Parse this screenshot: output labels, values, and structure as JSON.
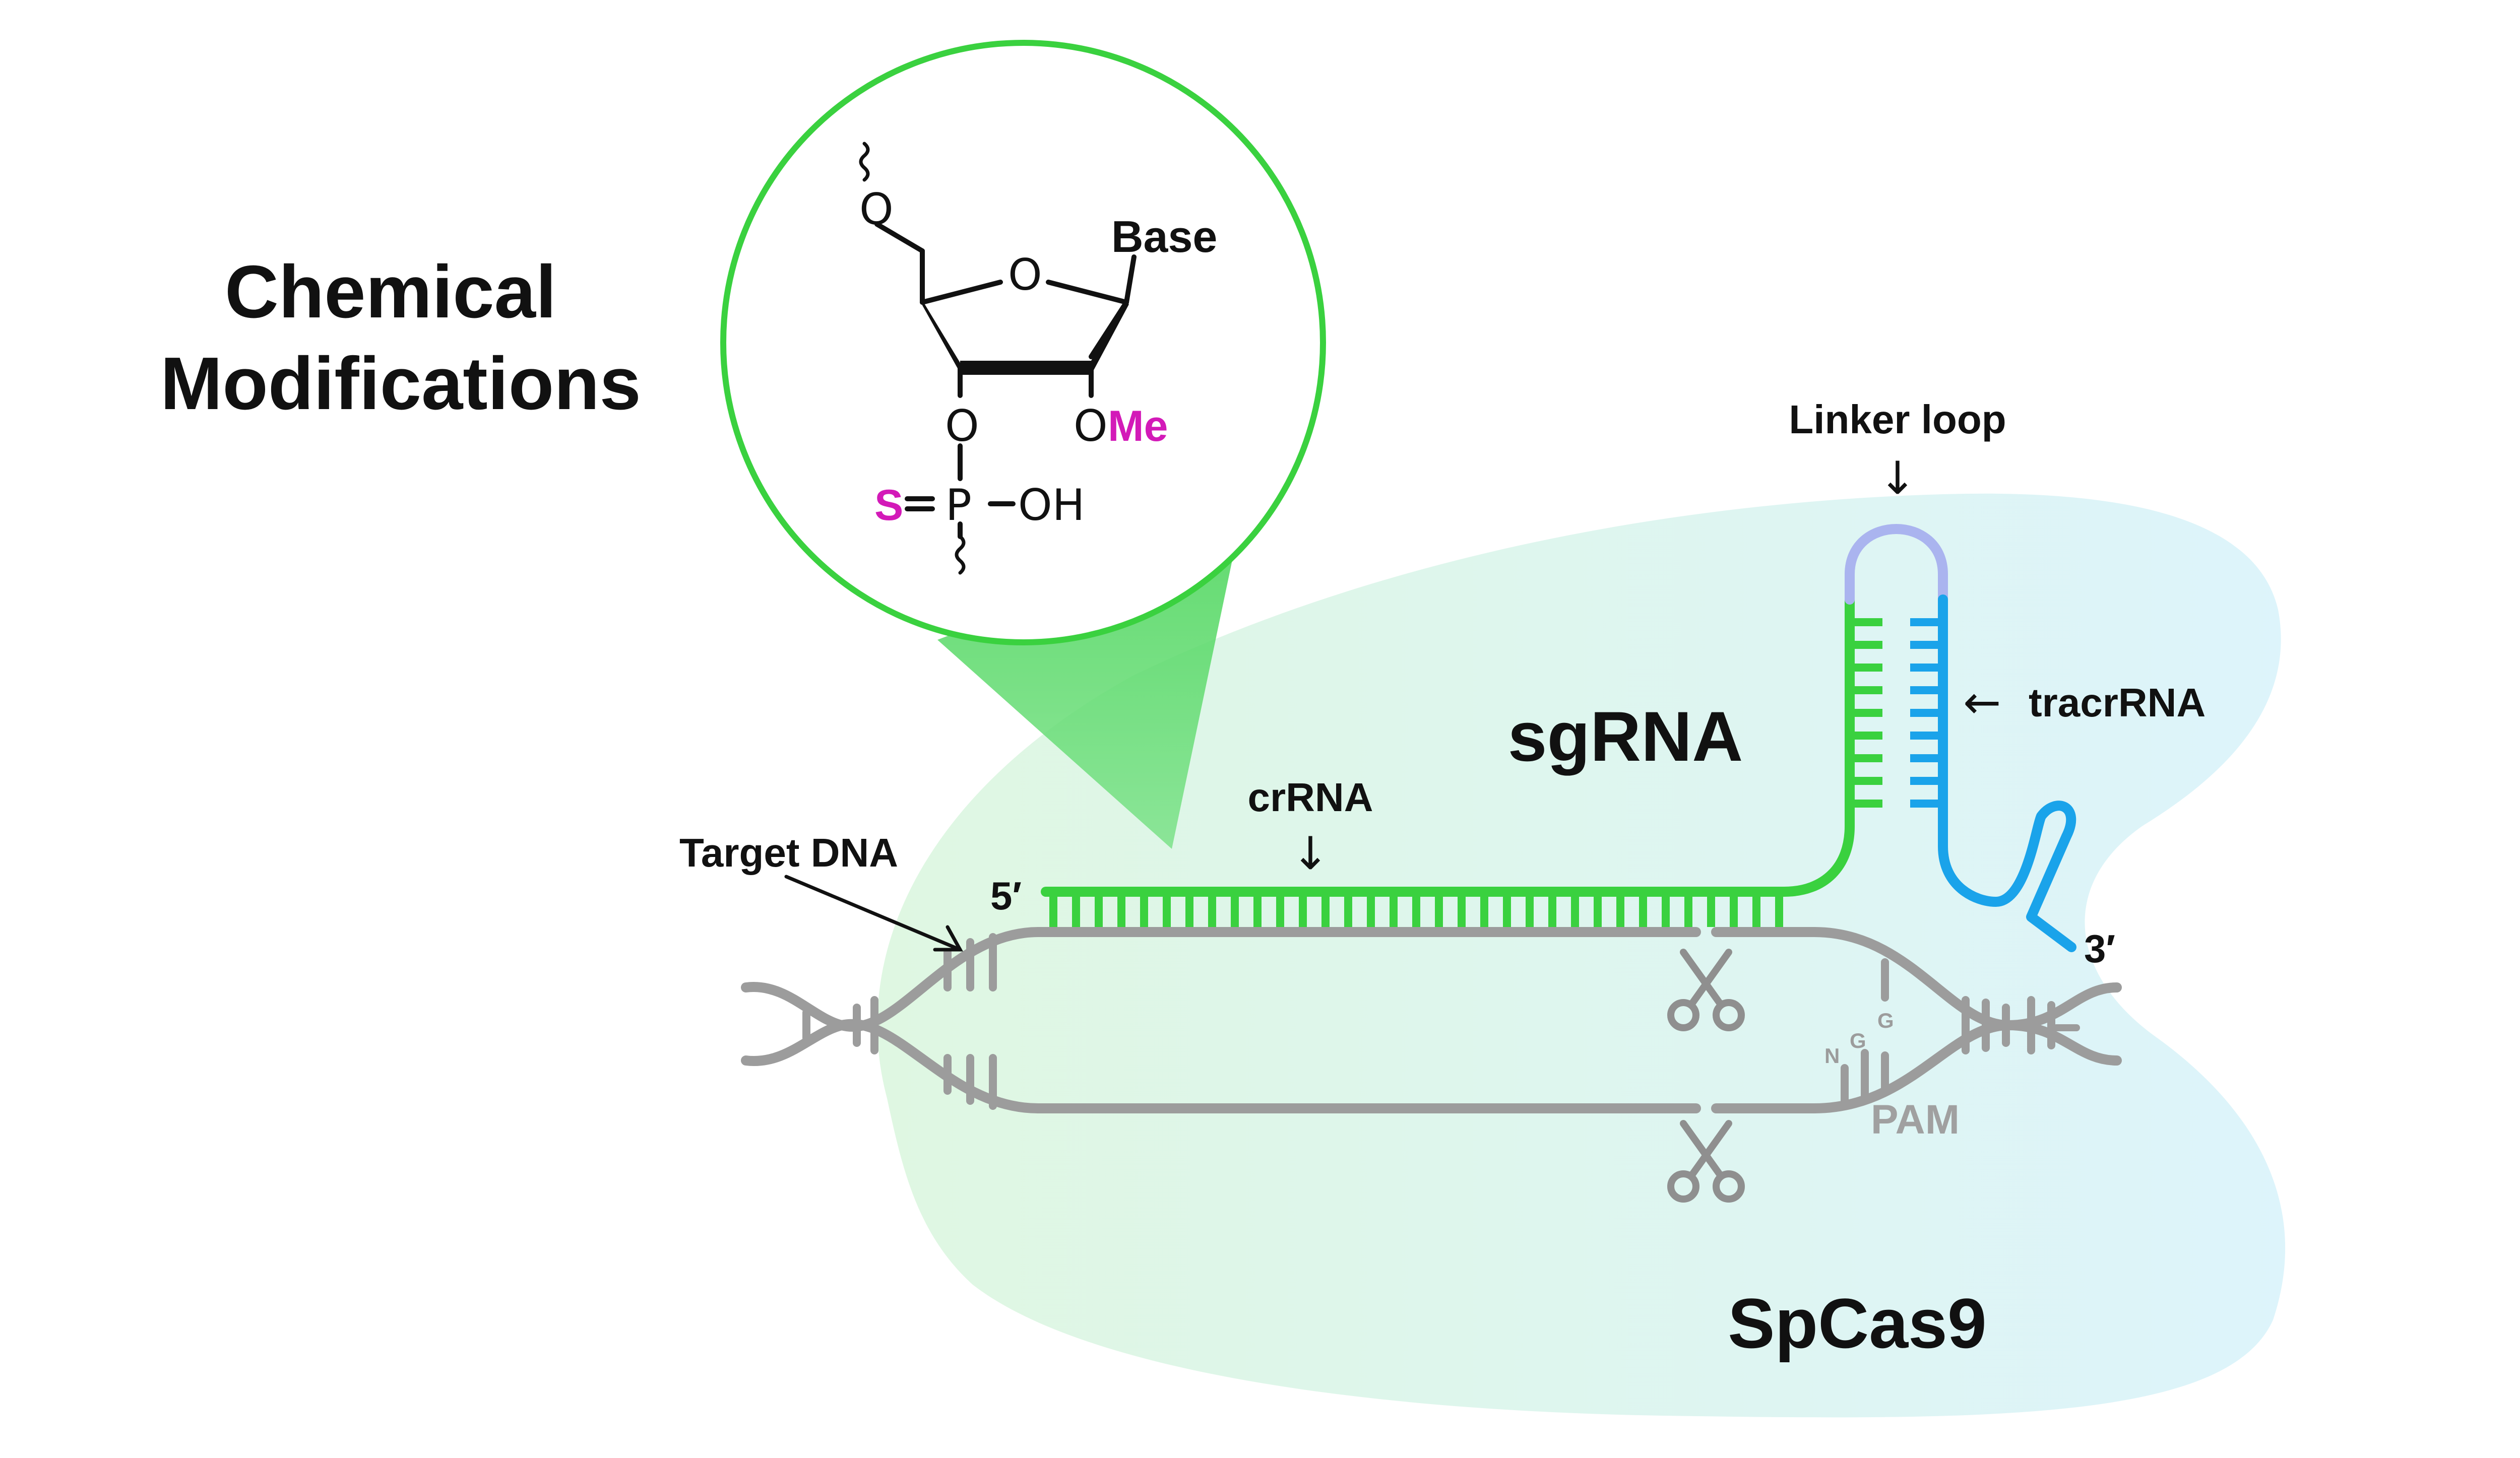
{
  "title": {
    "line1": "Chemical",
    "line2": "Modifications"
  },
  "chem": {
    "base": "Base",
    "ring_o": "O",
    "o5": "O",
    "o3": "O",
    "o2": "O",
    "me": "Me",
    "s": "S",
    "p": "P",
    "oh": "OH"
  },
  "labels": {
    "linker_loop": "Linker loop",
    "tracrrna": "tracrRNA",
    "sgrna": "sgRNA",
    "crrna": "crRNA",
    "target_dna": "Target DNA",
    "five_prime": "5′",
    "three_prime": "3′",
    "pam": "PAM",
    "pam_n": "N",
    "pam_g1": "G",
    "pam_g2": "G",
    "spcas9": "SpCas9",
    "arrow_down": "↓",
    "arrow_left": "←"
  },
  "colors": {
    "sgrna_green": "#3ad13f",
    "tracr_blue": "#1aa3ea",
    "loop_lavender": "#aab4ef",
    "dna_gray": "#9c9c9c",
    "highlight_magenta": "#d31ab8",
    "circle_green": "#3ad13f",
    "blob_green": "#dcf7e4",
    "blob_cyan": "#def5fb"
  },
  "icons": [
    "scissors-icon",
    "scissors-icon"
  ]
}
